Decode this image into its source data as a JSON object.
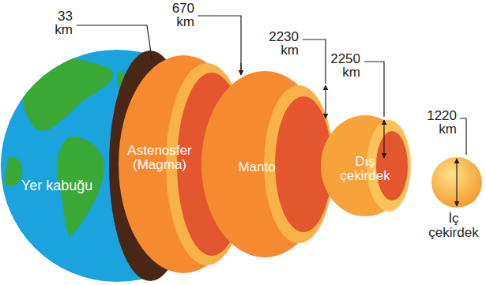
{
  "diagram": {
    "nodes": [
      {
        "text": [
          "Yer kabuğu"
        ]
      },
      {
        "text": [
          "Astenosfer (Magma)"
        ]
      },
      {
        "text": [
          "Manto"
        ]
      },
      {
        "text": [
          "Dış çekirdek"
        ]
      },
      {
        "text": [
          "İç çekirdek"
        ]
      }
    ],
    "labels": [
      "33 km",
      "670 km",
      "2230 km",
      "2250 km",
      "1220 km"
    ]
  }
}
